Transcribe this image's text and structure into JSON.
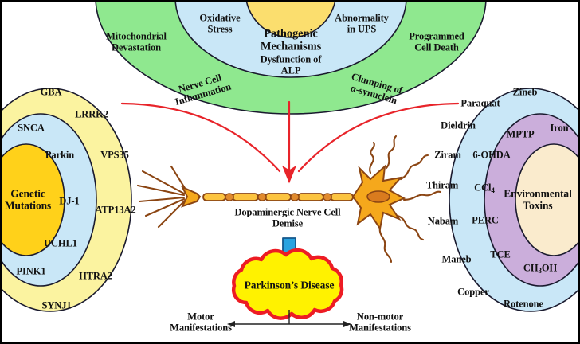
{
  "figure": {
    "title": "Parkinson's Disease Pathogenesis Overview",
    "frame_color": "#000000",
    "background": "#ffffff"
  },
  "colors": {
    "green_outer": "#8FE88F",
    "blue_mid": "#C9E7F7",
    "yellow_core": "#FBDE6E",
    "genetic_outer": "#FBF3A0",
    "genetic_mid": "#C9E7F7",
    "genetic_core": "#FFD11A",
    "toxin_outer": "#C9E7F7",
    "toxin_mid": "#CBAEDB",
    "toxin_core": "#FAEBCD",
    "red_arrow": "#E8242A",
    "blue_arrow": "#29A3E0",
    "cloud_fill": "#FFF200",
    "cloud_stroke": "#ED1C24",
    "neuron_fill": "#F5A81C",
    "neuron_stroke": "#8B4513",
    "outline": "#1a1a2e"
  },
  "pathogenic_cluster": {
    "core_label": "Pathogenic\nMechanisms",
    "core_line1": "Pathogenic",
    "core_line2": "Mechanisms",
    "middle_ring_items": [
      {
        "id": "oxidative-stress",
        "line1": "Oxidative",
        "line2": "Stress"
      },
      {
        "id": "abnormality-ups",
        "line1": "Abnormality",
        "line2": "in UPS"
      },
      {
        "id": "dysfunction-alp",
        "line1": "Dysfunction of",
        "line2": "ALP"
      }
    ],
    "outer_ring_items": [
      {
        "id": "mitochondrial-devastation",
        "line1": "Mitochondrial",
        "line2": "Devastation"
      },
      {
        "id": "programmed-cell-death",
        "line1": "Programmed",
        "line2": "Cell Death"
      },
      {
        "id": "nerve-cell-inflammation",
        "line1": "Nerve Cell",
        "line2": "Inflammation"
      },
      {
        "id": "clumping-alpha-synuclein",
        "line1": "Clumping of",
        "line2": "α-synuclein"
      }
    ]
  },
  "genetic_cluster": {
    "core_line1": "Genetic",
    "core_line2": "Mutations",
    "middle_ring_genes": [
      "SNCA",
      "Parkin",
      "DJ-1",
      "UCHL1",
      "PINK1"
    ],
    "outer_ring_genes": [
      "GBA",
      "LRRK2",
      "VPS35",
      "ATP13A2",
      "HTRA2",
      "SYNJ1"
    ]
  },
  "toxin_cluster": {
    "core_line1": "Environmental",
    "core_line2": "Toxins",
    "middle_ring_toxins": [
      "MPTP",
      "Iron",
      "6-OHDA",
      "CCl4",
      "PERC",
      "TCE",
      "CH3OH"
    ],
    "middle_ring_display": [
      {
        "id": "mptp",
        "text": "MPTP"
      },
      {
        "id": "iron",
        "text": "Iron"
      },
      {
        "id": "6-ohda",
        "text": "6-OHDA"
      },
      {
        "id": "ccl4",
        "html": "CCl<sub>4</sub>"
      },
      {
        "id": "perc",
        "text": "PERC"
      },
      {
        "id": "tce",
        "text": "TCE"
      },
      {
        "id": "ch3oh",
        "html": "CH<sub>3</sub>OH"
      }
    ],
    "outer_ring_toxins": [
      "Zineb",
      "Paraquat",
      "Dieldrin",
      "Ziram",
      "Thiram",
      "Nabam",
      "Maneb",
      "Copper",
      "Rotenone"
    ]
  },
  "center": {
    "neuron_label_line1": "Dopaminergic Nerve Cell",
    "neuron_label_line2": "Demise",
    "disease_label": "Parkinson’s Disease",
    "left_outcome_line1": "Motor",
    "left_outcome_line2": "Manifestations",
    "right_outcome_line1": "Non-motor",
    "right_outcome_line2": "Manifestations"
  }
}
